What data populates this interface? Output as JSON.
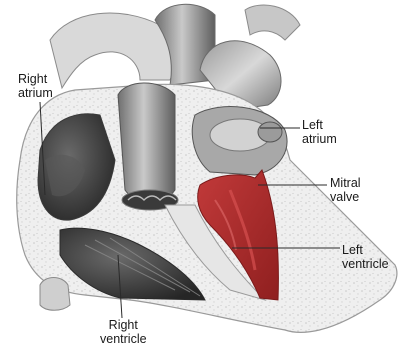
{
  "labels": {
    "right_atrium": "Right\natrium",
    "left_atrium": "Left\natrium",
    "mitral_valve": "Mitral\nvalve",
    "left_ventricle": "Left\nventricle",
    "right_ventricle": "Right\nventricle"
  },
  "colors": {
    "muscle_outer": "#e9e9e9",
    "muscle_texture": "#cfcfcf",
    "vessel_light": "#bdbdbd",
    "vessel_mid": "#8f8f8f",
    "vessel_dark": "#4a4a4a",
    "chamber_dark": "#2e2e2e",
    "mitral_red": "#b52a2a",
    "mitral_highlight": "#d65050",
    "leader_line": "#2a2a2a"
  }
}
